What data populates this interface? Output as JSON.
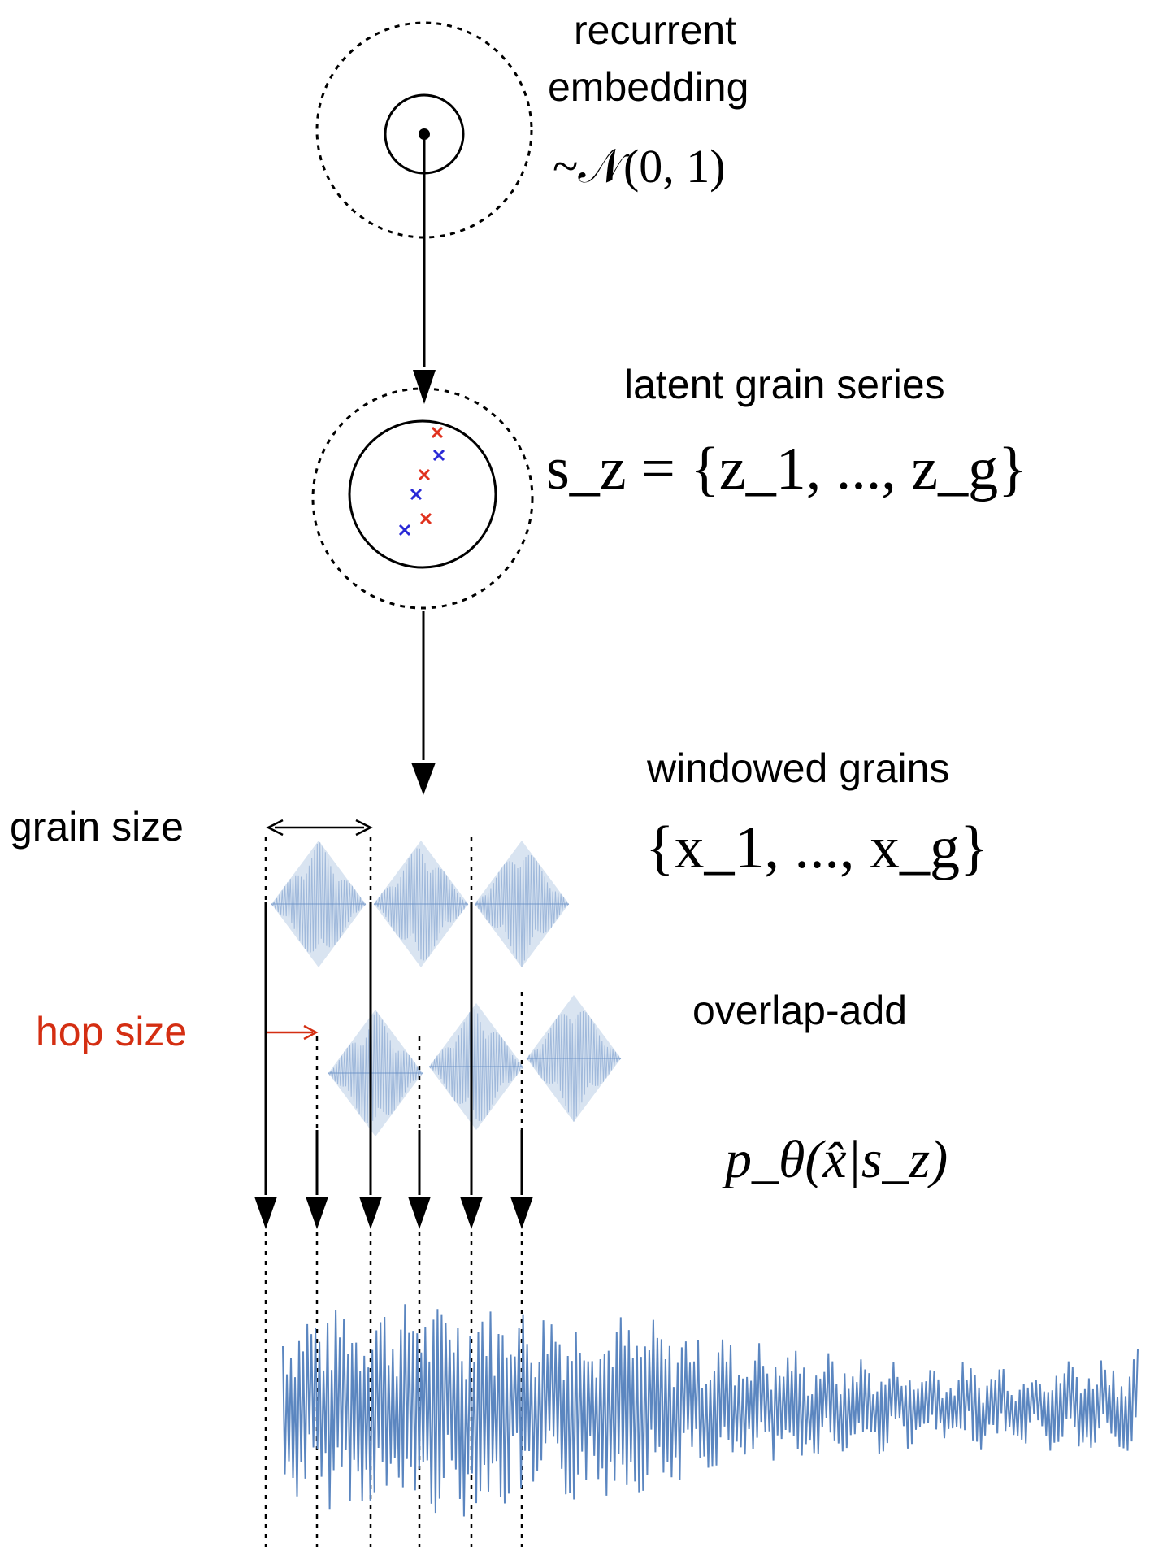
{
  "labels": {
    "recurrent_embedding_line1": "recurrent",
    "recurrent_embedding_line2": "embedding",
    "prior": "~𝒩(0, 1)",
    "latent_grain_series": "latent grain series",
    "windowed_grains": "windowed grains",
    "grain_size": "grain size",
    "hop_size": "hop size",
    "overlap_add": "overlap-add"
  },
  "equations": {
    "latent_series": "s_z = {z_1, ..., z_g}",
    "windowed_grains": "{x_1, ..., x_g}",
    "likelihood": "p_θ(x̂|s_z)"
  },
  "colors": {
    "hop_size": "#d42e12",
    "waveform": "#5b86c0",
    "grain_fill": "#b9cde6",
    "marker_red": "#e0321e",
    "marker_blue": "#2a2ad6"
  }
}
